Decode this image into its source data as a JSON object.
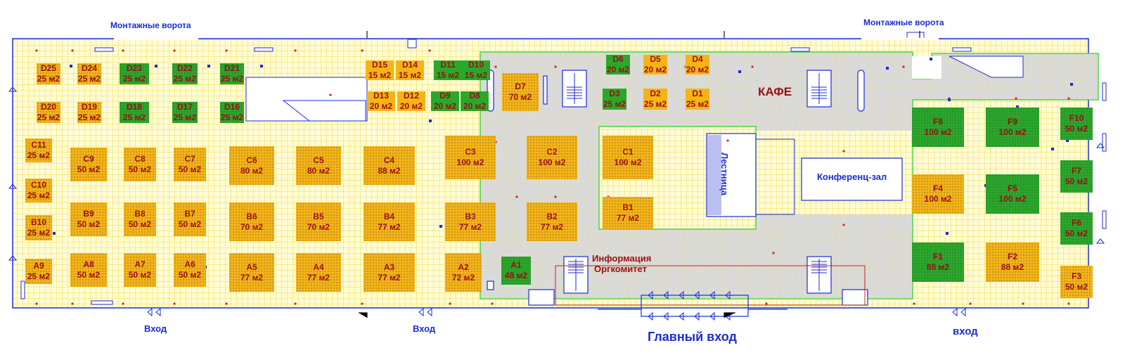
{
  "labels": {
    "gate_left": "Монтажные ворота",
    "gate_right": "Монтажные ворота",
    "entrance_left": "Вход",
    "entrance_mid": "Вход",
    "entrance_main": "Главный вход",
    "entrance_right": "вход",
    "cafe": "КАФЕ",
    "stairs": "Лестница",
    "conference": "Конференц-зал",
    "info": "Информация",
    "committee": "Оргкомитет"
  },
  "colors": {
    "grid_bg": "#fffbd6",
    "grid_line": "#f2e34a",
    "lobby": "#d6d6d6",
    "booth_orange": "#f5b416",
    "booth_green": "#29a82a",
    "booth_text": "#9b0f10",
    "blue_text": "#1b2bd6",
    "outline_green": "#2fd42f"
  },
  "booths": [
    {
      "id": "D25",
      "size": "25 м2",
      "color": "orange"
    },
    {
      "id": "D24",
      "size": "25 м2",
      "color": "orange"
    },
    {
      "id": "D23",
      "size": "25 м2",
      "color": "green"
    },
    {
      "id": "D22",
      "size": "25 м2",
      "color": "green"
    },
    {
      "id": "D21",
      "size": "25 м2",
      "color": "green"
    },
    {
      "id": "D20",
      "size": "25 м2",
      "color": "orange"
    },
    {
      "id": "D19",
      "size": "25 м2",
      "color": "orange"
    },
    {
      "id": "D18",
      "size": "25 м2",
      "color": "green"
    },
    {
      "id": "D17",
      "size": "25 м2",
      "color": "green"
    },
    {
      "id": "D16",
      "size": "25 м2",
      "color": "green"
    },
    {
      "id": "D15",
      "size": "15 м2",
      "color": "orange"
    },
    {
      "id": "D14",
      "size": "15 м2",
      "color": "orange"
    },
    {
      "id": "D11",
      "size": "15 м2",
      "color": "green"
    },
    {
      "id": "D10",
      "size": "15 м2",
      "color": "green"
    },
    {
      "id": "D13",
      "size": "20 м2",
      "color": "orange"
    },
    {
      "id": "D12",
      "size": "20 м2",
      "color": "orange"
    },
    {
      "id": "D9",
      "size": "20 м2",
      "color": "green"
    },
    {
      "id": "D8",
      "size": "20 м2",
      "color": "green"
    },
    {
      "id": "D7",
      "size": "70 м2",
      "color": "orange"
    },
    {
      "id": "D6",
      "size": "20 м2",
      "color": "green"
    },
    {
      "id": "D5",
      "size": "20 м2",
      "color": "orange"
    },
    {
      "id": "D4",
      "size": "20 м2",
      "color": "orange"
    },
    {
      "id": "D3",
      "size": "25 м2",
      "color": "green"
    },
    {
      "id": "D2",
      "size": "25 м2",
      "color": "orange"
    },
    {
      "id": "D1",
      "size": "25 м2",
      "color": "orange"
    },
    {
      "id": "C11",
      "size": "25 м2",
      "color": "orange"
    },
    {
      "id": "C10",
      "size": "25 м2",
      "color": "orange"
    },
    {
      "id": "C9",
      "size": "50 м2",
      "color": "orange"
    },
    {
      "id": "C8",
      "size": "50 м2",
      "color": "orange"
    },
    {
      "id": "C7",
      "size": "50 м2",
      "color": "orange"
    },
    {
      "id": "C6",
      "size": "80 м2",
      "color": "orange"
    },
    {
      "id": "C5",
      "size": "80 м2",
      "color": "orange"
    },
    {
      "id": "C4",
      "size": "88 м2",
      "color": "orange"
    },
    {
      "id": "C3",
      "size": "100 м2",
      "color": "orange"
    },
    {
      "id": "C2",
      "size": "100 м2",
      "color": "orange"
    },
    {
      "id": "C1",
      "size": "100 м2",
      "color": "orange"
    },
    {
      "id": "B10",
      "size": "25 м2",
      "color": "orange"
    },
    {
      "id": "B9",
      "size": "50 м2",
      "color": "orange"
    },
    {
      "id": "B8",
      "size": "50 м2",
      "color": "orange"
    },
    {
      "id": "B7",
      "size": "50 м2",
      "color": "orange"
    },
    {
      "id": "B6",
      "size": "70 м2",
      "color": "orange"
    },
    {
      "id": "B5",
      "size": "70 м2",
      "color": "orange"
    },
    {
      "id": "B4",
      "size": "77 м2",
      "color": "orange"
    },
    {
      "id": "B3",
      "size": "77 м2",
      "color": "orange"
    },
    {
      "id": "B2",
      "size": "77 м2",
      "color": "orange"
    },
    {
      "id": "B1",
      "size": "77 м2",
      "color": "orange"
    },
    {
      "id": "A9",
      "size": "25 м2",
      "color": "orange"
    },
    {
      "id": "A8",
      "size": "50 м2",
      "color": "orange"
    },
    {
      "id": "A7",
      "size": "50 м2",
      "color": "orange"
    },
    {
      "id": "A6",
      "size": "50 м2",
      "color": "orange"
    },
    {
      "id": "A5",
      "size": "77 м2",
      "color": "orange"
    },
    {
      "id": "A4",
      "size": "77 м2",
      "color": "orange"
    },
    {
      "id": "A3",
      "size": "77 м2",
      "color": "orange"
    },
    {
      "id": "A2",
      "size": "72 м2",
      "color": "orange"
    },
    {
      "id": "A1",
      "size": "48 м2",
      "color": "green"
    },
    {
      "id": "F10",
      "size": "50 м2",
      "color": "green"
    },
    {
      "id": "F9",
      "size": "100 м2",
      "color": "green"
    },
    {
      "id": "F8",
      "size": "100 м2",
      "color": "green"
    },
    {
      "id": "F7",
      "size": "50 м2",
      "color": "green"
    },
    {
      "id": "F6",
      "size": "50 м2",
      "color": "green"
    },
    {
      "id": "F5",
      "size": "100 м2",
      "color": "green"
    },
    {
      "id": "F4",
      "size": "100 м2",
      "color": "orange"
    },
    {
      "id": "F3",
      "size": "50 м2",
      "color": "orange"
    },
    {
      "id": "F2",
      "size": "88 м2",
      "color": "orange"
    },
    {
      "id": "F1",
      "size": "88 м2",
      "color": "green"
    }
  ]
}
